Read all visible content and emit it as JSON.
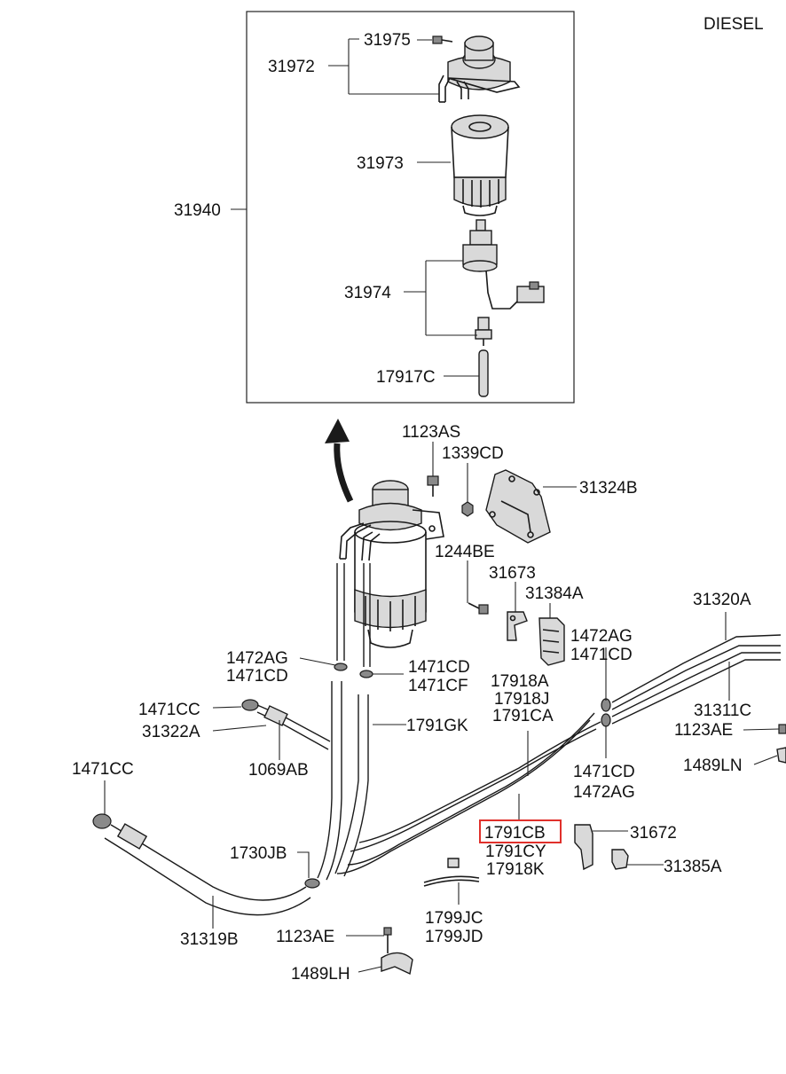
{
  "variant": "DIESEL",
  "highlighted_part": "1791CB",
  "labels": {
    "p31975": "31975",
    "p31972": "31972",
    "p31973": "31973",
    "p31940": "31940",
    "p31974": "31974",
    "p17917C": "17917C",
    "p1123AS": "1123AS",
    "p1339CD": "1339CD",
    "p31324B": "31324B",
    "p1244BE": "1244BE",
    "p31673": "31673",
    "p31384A": "31384A",
    "p31320A": "31320A",
    "p1472AG_a": "1472AG",
    "p1471CD_a": "1471CD",
    "p1472AG_b": "1472AG",
    "p1471CD_b": "1471CD",
    "p1471CD_c": "1471CD",
    "p1471CF": "1471CF",
    "p1471CC_a": "1471CC",
    "p31322A": "31322A",
    "p1069AB": "1069AB",
    "p1791GK": "1791GK",
    "p17918A": "17918A",
    "p17918J": "17918J",
    "p1791CA": "1791CA",
    "p31311C": "31311C",
    "p1123AE_a": "1123AE",
    "p1489LN": "1489LN",
    "p1471CD_d": "1471CD",
    "p1472AG_c": "1472AG",
    "p1471CC_b": "1471CC",
    "p1791CB": "1791CB",
    "p1791CY": "1791CY",
    "p17918K": "17918K",
    "p31672": "31672",
    "p31385A": "31385A",
    "p1730JB": "1730JB",
    "p31319B": "31319B",
    "p1799JC": "1799JC",
    "p1799JD": "1799JD",
    "p1123AE_b": "1123AE",
    "p1489LH": "1489LH"
  }
}
